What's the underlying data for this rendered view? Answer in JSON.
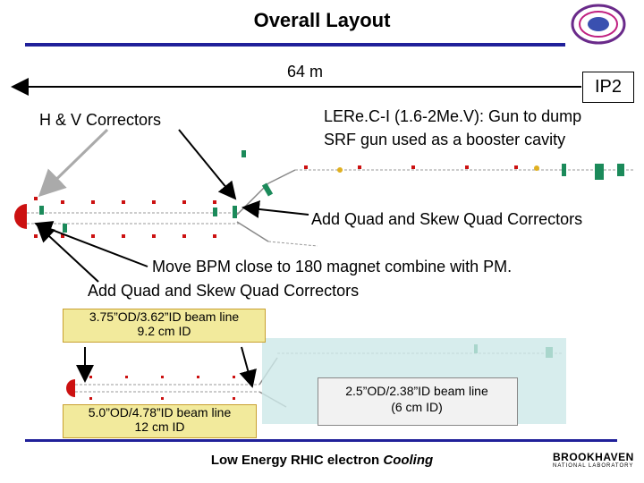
{
  "header": {
    "title": "Overall Layout"
  },
  "distance_label": "64 m",
  "ip_label": "IP2",
  "correctors_label": "H & V Correctors",
  "lerec": {
    "line1": "LERe.C-I (1.6-2Me.V): Gun to dump",
    "line2": "SRF gun used as a booster cavity"
  },
  "quad_label": "Add Quad and Skew Quad Correctors",
  "bpm": {
    "line1": "Move BPM close to 180 magnet combine with PM.",
    "line2": "Add Quad and Skew Quad Correctors"
  },
  "tags": {
    "large_line1": "3.75”OD/3.62”ID beam line",
    "large_line2": "9.2 cm ID",
    "five_line1": "5.0”OD/4.78”ID beam line",
    "five_line2": "12 cm ID",
    "small_line1": "2.5”OD/2.38”ID beam line",
    "small_line2": "(6 cm ID)"
  },
  "footer": {
    "text_plain": "Low Energy RHIC electron ",
    "text_italic": "Cooling"
  },
  "brand": {
    "name": "BROOKHAVEN",
    "sub": "NATIONAL LABORATORY"
  },
  "colors": {
    "rule": "#20209a",
    "tag_fill": "#f2ea9c",
    "magnet_red": "#cc1111",
    "quad_green": "#1b8a5a",
    "beamline": "#666666"
  }
}
